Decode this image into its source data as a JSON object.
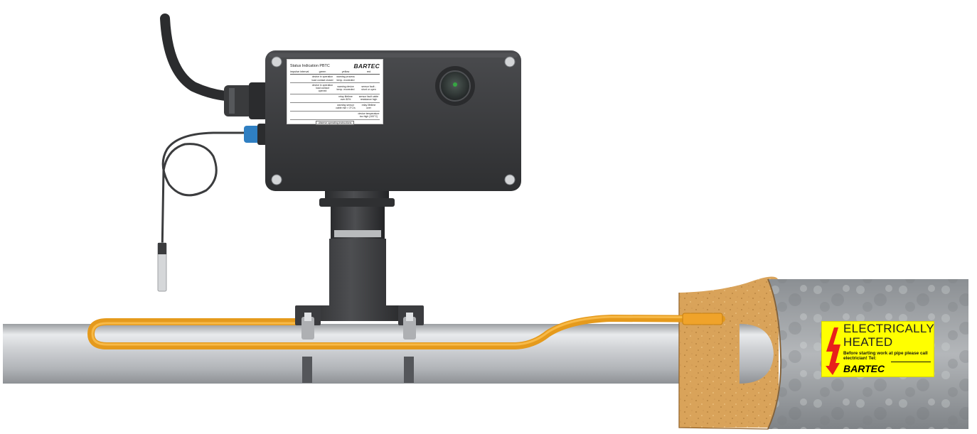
{
  "control_box": {
    "panel_title": "Status Indication PBTC",
    "brand": "BARTEC",
    "columns": [
      "impulse interval",
      "green",
      "yellow",
      "red"
    ],
    "rows": [
      [
        "",
        "device in operation\nload contact closed",
        "warning process\ntemp. exceeded",
        ""
      ],
      [
        "",
        "device in operation\nload contact opened",
        "warning device\ntemp. exceeded",
        "sensor fault -\nshort or open"
      ],
      [
        "",
        "",
        "relay lifetime\nover 80%",
        "sensor fault cable\nresistance high"
      ],
      [
        "",
        "",
        "warning sensor\ncable rise > 3°C/s",
        "relay lifetime\nover"
      ],
      [
        "",
        "",
        "",
        "device temperature\ntoo high (100°C)"
      ]
    ],
    "footer": "observe operating instructions",
    "indicator_color": "#36a542"
  },
  "warning_label": {
    "line1": "ELECTRICALLY",
    "line2": "HEATED",
    "line3": "Before starting work at pipe please call electrician! Tel:",
    "brand": "BARTEC",
    "background": "#ffff00",
    "bolt_color": "#e8211b"
  },
  "colors": {
    "heating_cable": "#f5a623",
    "enclosure": "#3a3b3d",
    "pipe": "#c8cacd",
    "insulation": "#d9a35a",
    "cladding": "#9ea2a6"
  }
}
